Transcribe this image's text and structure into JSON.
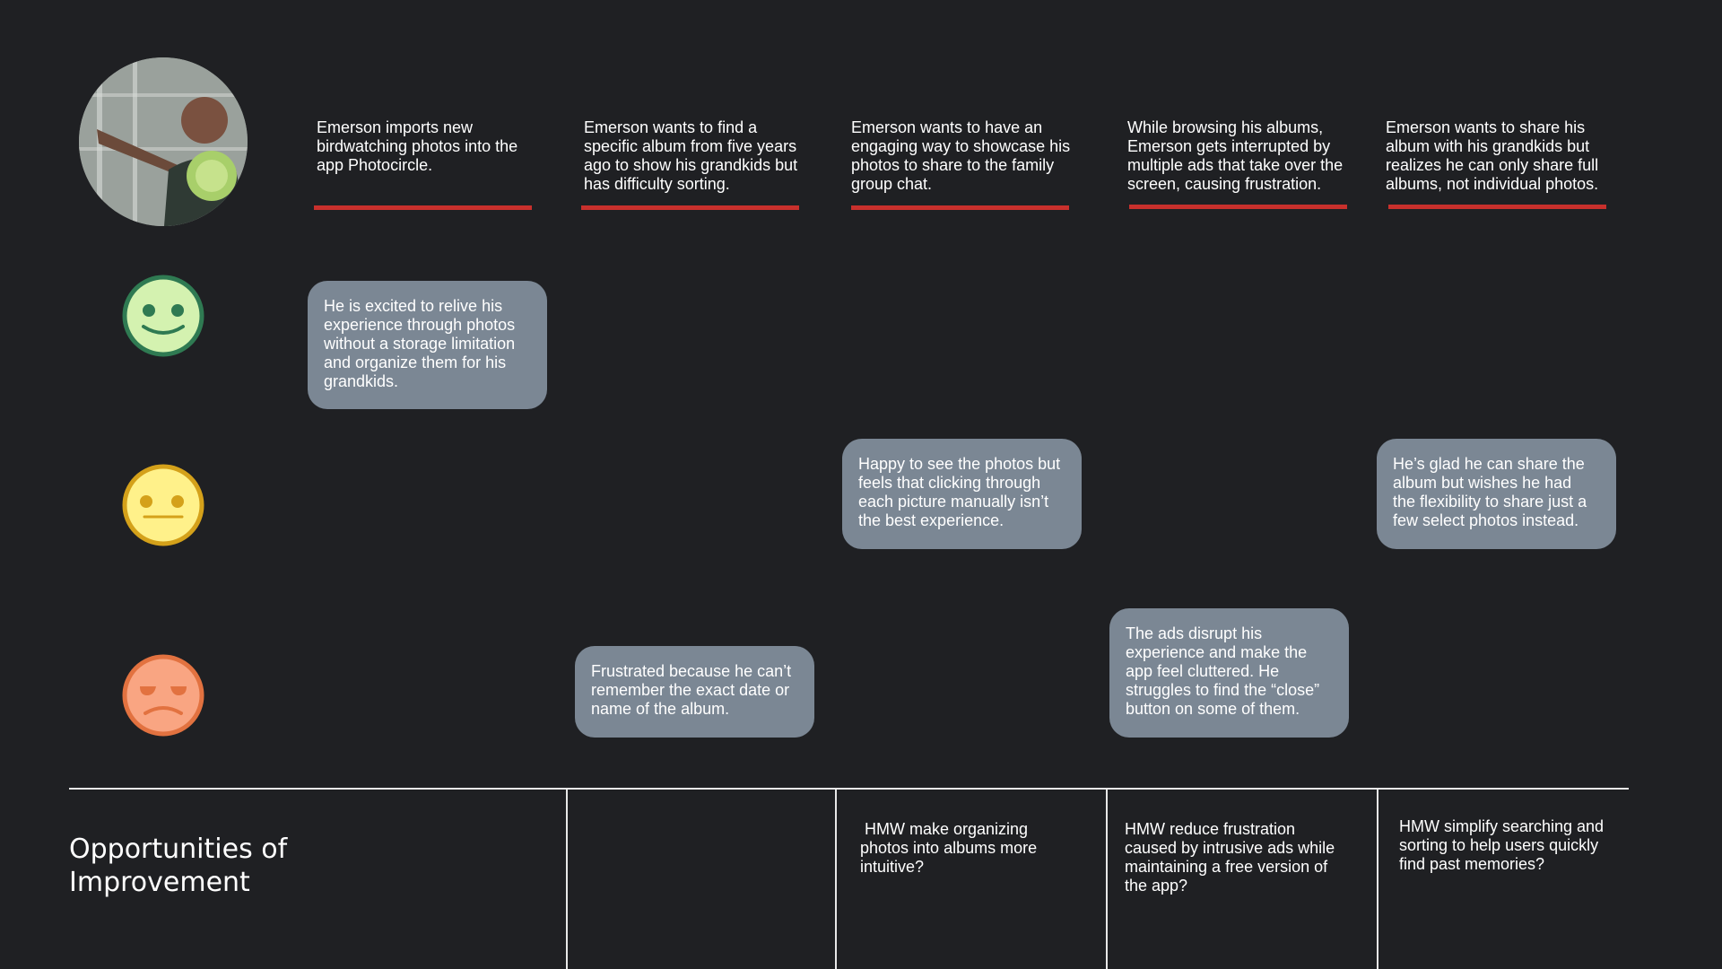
{
  "steps": [
    "Emerson imports new birdwatching photos into the app Photocircle.",
    "Emerson wants to find a specific album from five years ago to show his grandkids but has difficulty sorting.",
    "Emerson wants to have an engaging way to showcase his photos to share to the family group chat.",
    "While browsing his albums, Emerson gets interrupted by multiple ads that take over the screen, causing frustration.",
    "Emerson wants to share his album with his grandkids but realizes he can only share full albums, not individual photos."
  ],
  "emotions": [
    "happy-face-icon",
    "neutral-face-icon",
    "sad-face-icon"
  ],
  "cards": {
    "happy_step1": "He is excited to relive his experience through photos without a storage limitation and organize them for his grandkids.",
    "neutral_step3": "Happy to see the photos but feels that clicking through each picture manually isn’t the best experience.",
    "neutral_step5": "He’s glad he can share the album but wishes he had the flexibility to share just a few select photos instead.",
    "sad_step2": "Frustrated because he can’t remember the exact date or name of the album.",
    "sad_step4": "The ads disrupt his experience and make the app feel cluttered. He struggles to find the “close” button on some of them."
  },
  "opportunities": {
    "title_line1": "Opportunities of",
    "title_line2": "Improvement",
    "items": [
      " HMW make organizing photos into albums more intuitive?",
      "HMW reduce frustration caused by intrusive ads while maintaining a free version of the app?",
      "HMW simplify searching and sorting to help users quickly find past memories?"
    ]
  },
  "colors": {
    "background": "#1f2023",
    "accent_line": "#c8302c",
    "card": "#7b8794",
    "happy_face": "#d4f2b0",
    "neutral_face": "#fff18a",
    "sad_face": "#f9a582"
  }
}
